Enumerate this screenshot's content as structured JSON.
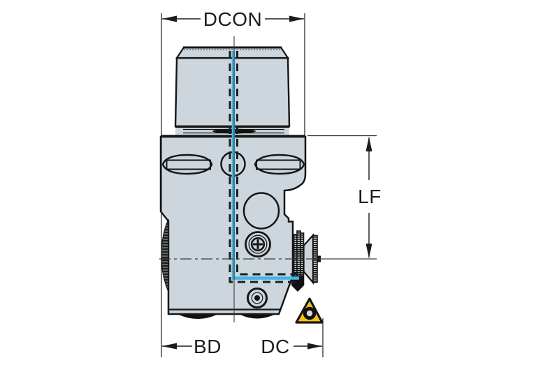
{
  "diagram": {
    "type": "technical-drawing",
    "subject": "boring-head tool side view with coolant channel and triangular insert",
    "labels": {
      "dcon": "DCON",
      "lf": "LF",
      "bd": "BD",
      "dc": "DC"
    }
  },
  "colors": {
    "page_bg": "#ffffff",
    "body_fill": "#cdd6dc",
    "outline_color": "#161616",
    "dark_fill": "#111111",
    "dim_color": "#1c1c1c",
    "centerline_color": "#3d3d3d",
    "coolant_cyan": "#45b4e3",
    "rail_color": "#102228",
    "insert_yellow": "#f2c31c",
    "hole_inner": "#d8d8d2"
  }
}
